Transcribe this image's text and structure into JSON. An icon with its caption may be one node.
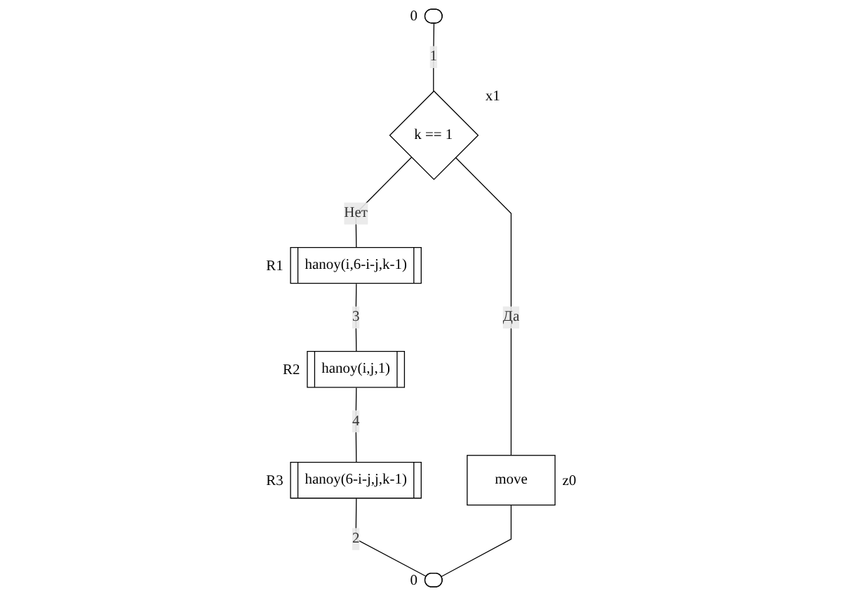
{
  "diagram": {
    "nodes": [
      {
        "text": [],
        "shape": "terminal",
        "beside": [
          "0"
        ]
      },
      {
        "text": [
          "k == 1"
        ],
        "beside": [
          "x1"
        ]
      },
      {
        "text": [
          "hanoy(i,6-i-j,k-1)"
        ],
        "beside": [
          "R1"
        ]
      },
      {
        "text": [
          "hanoy(i,j,1)"
        ],
        "beside": [
          "R2"
        ]
      },
      {
        "text": [
          "hanoy(6-i-j,j,k-1)"
        ],
        "beside": [
          "R3"
        ]
      },
      {
        "text": [
          "move"
        ],
        "beside": [
          "z0"
        ]
      },
      {
        "text": [],
        "shape": "terminal",
        "beside": [
          "0"
        ]
      }
    ],
    "edges": [
      {
        "from": 0,
        "to": 1,
        "arrow": "none",
        "label": "1"
      },
      {
        "from": 1,
        "to": 2,
        "arrow": "none",
        "label": "Нет"
      },
      {
        "from": 1,
        "to": 5,
        "arrow": "none",
        "label": "Да"
      },
      {
        "from": 2,
        "to": 3,
        "arrow": "none",
        "label": "3"
      },
      {
        "from": 3,
        "to": 4,
        "arrow": "none",
        "label": "4"
      },
      {
        "from": 4,
        "to": 6,
        "arrow": "none",
        "label": "2"
      },
      {
        "from": 5,
        "to": 6,
        "arrow": "none"
      }
    ]
  }
}
